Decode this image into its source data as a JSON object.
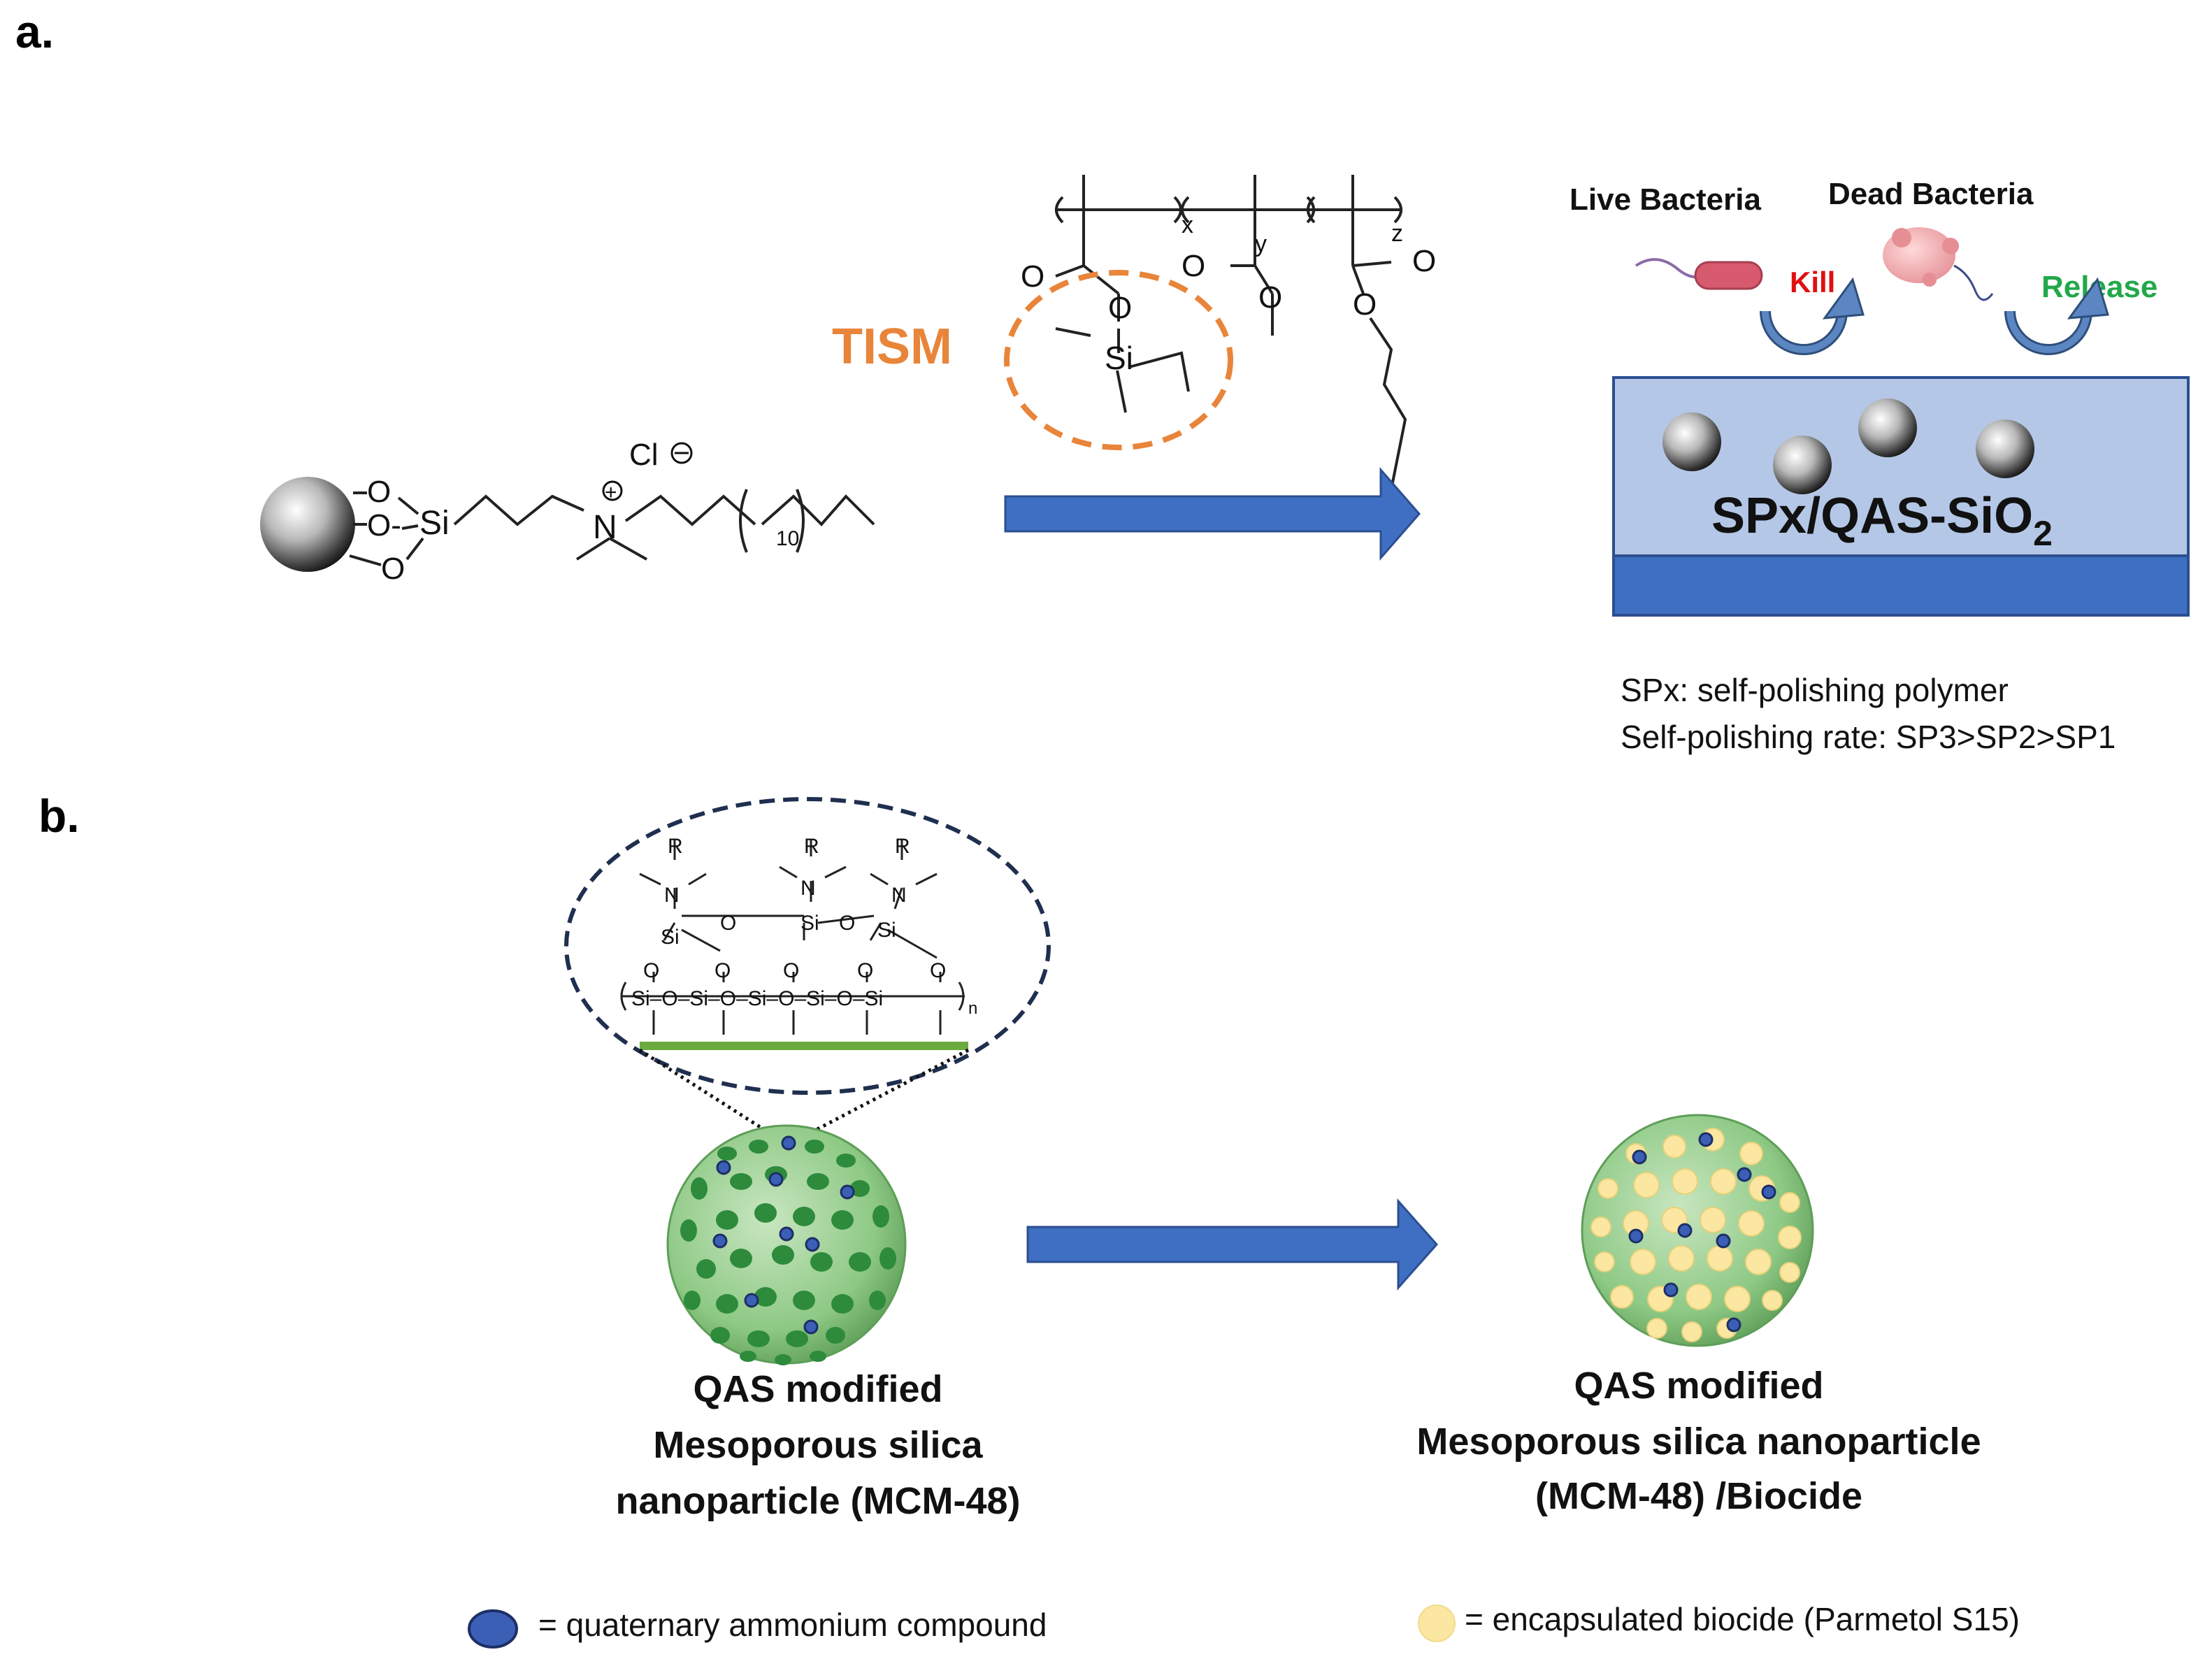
{
  "panel_a": {
    "label": "a.",
    "chloride": "Cl",
    "n_plus": "N",
    "subscript_10": "10",
    "tism_label": "TISM",
    "polymer_x": "x",
    "polymer_y": "y",
    "polymer_z": "z",
    "live_bacteria": "Live Bacteria",
    "dead_bacteria": "Dead Bacteria",
    "kill": "Kill",
    "release": "Release",
    "coating_label": "SPx/QAS-SiO",
    "coating_subscript": "2",
    "note_line1": "SPx: self-polishing polymer",
    "note_line2": "Self-polishing rate: SP3>SP2>SP1"
  },
  "panel_b": {
    "label": "b.",
    "left_caption": [
      "QAS modified",
      "Mesoporous silica",
      "nanoparticle (MCM-48)"
    ],
    "right_caption": [
      "QAS modified",
      "Mesoporous silica nanoparticle",
      "(MCM-48) /Biocide"
    ],
    "legend_qac": "= quaternary ammonium compound",
    "legend_biocide": "= encapsulated biocide (Parmetol S15)",
    "inset_R": "R",
    "inset_n": "n"
  },
  "colors": {
    "orange": "#e8853a",
    "arrow_blue": "#3f6fc3",
    "coating_light": "#b4c7e7",
    "coating_dark": "#3f6fc3",
    "kill_red": "#e01010",
    "release_green": "#22a84a",
    "sphere_green": "#7fbf7a",
    "pore_green": "#2e8b3c",
    "qac_blue": "#3b5fb5",
    "biocide_yellow": "#fbe7a1",
    "inset_bar_green": "#6aaa3e"
  }
}
